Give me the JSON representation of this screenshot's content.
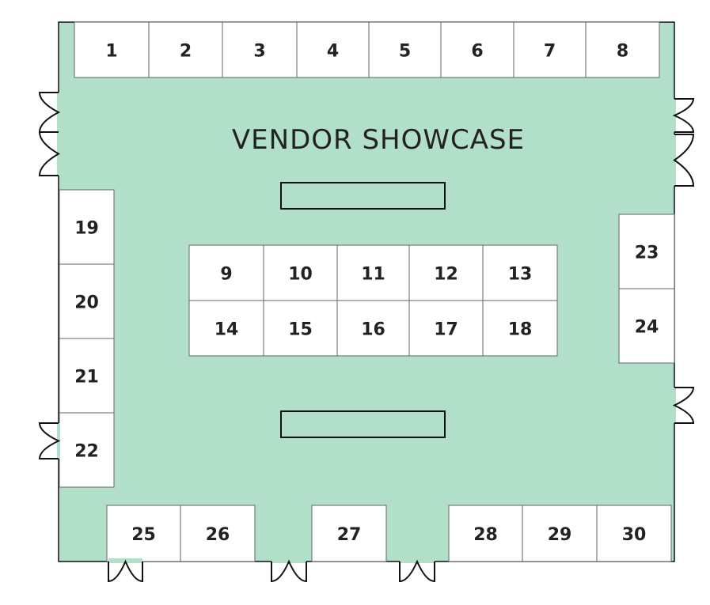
{
  "title": "VENDOR SHOWCASE",
  "colors": {
    "floor": "#b2dfca",
    "booth": "#ffffff",
    "outline": "#111111"
  },
  "booths": [
    "1",
    "2",
    "3",
    "4",
    "5",
    "6",
    "7",
    "8",
    "9",
    "10",
    "11",
    "12",
    "13",
    "14",
    "15",
    "16",
    "17",
    "18",
    "19",
    "20",
    "21",
    "22",
    "23",
    "24",
    "25",
    "26",
    "27",
    "28",
    "29",
    "30"
  ],
  "tables": [
    "table-north",
    "table-south"
  ],
  "doors": [
    "door",
    "door",
    "door",
    "door",
    "door",
    "door",
    "door",
    "door",
    "door"
  ]
}
